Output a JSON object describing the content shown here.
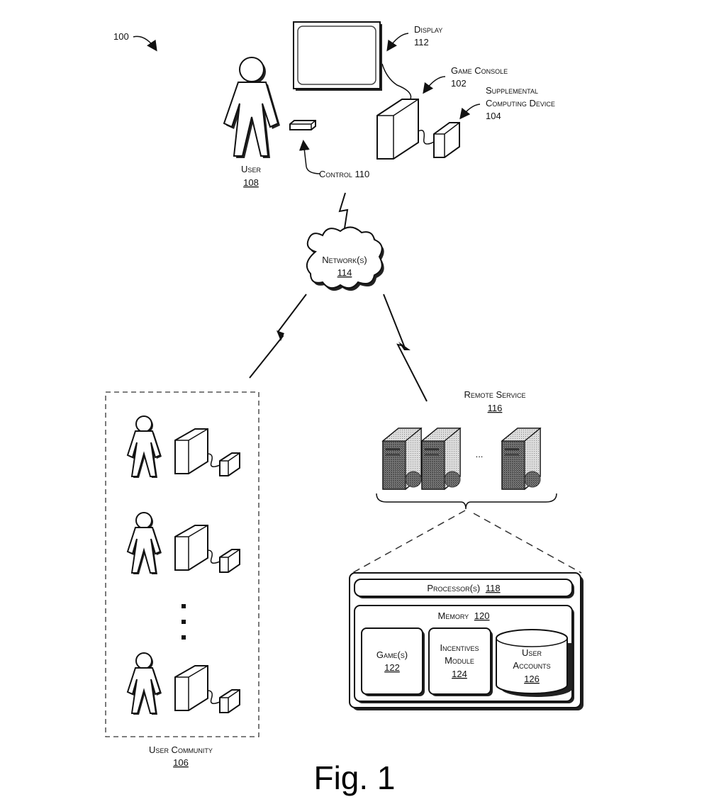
{
  "figure": {
    "ref": "100",
    "caption": "Fig. 1"
  },
  "user": {
    "label": "User",
    "num": "108"
  },
  "control": {
    "label": "Control 110"
  },
  "display": {
    "label": "Display",
    "num": "112"
  },
  "console": {
    "label": "Game Console",
    "num": "102"
  },
  "supplemental": {
    "line1": "Supplemental",
    "line2": "Computing Device",
    "num": "104"
  },
  "network": {
    "label": "Network(s)",
    "num": "114"
  },
  "community": {
    "label": "User Community",
    "num": "106",
    "members_shown": 3
  },
  "remote": {
    "label": "Remote Service",
    "num": "116",
    "servers_shown": 3,
    "ellipsis": "..."
  },
  "processor": {
    "label": "Processor(s)",
    "num": "118"
  },
  "memory": {
    "label": "Memory",
    "num": "120"
  },
  "games": {
    "label": "Game(s)",
    "num": "122"
  },
  "incentives": {
    "line1": "Incentives",
    "line2": "Module",
    "num": "124"
  },
  "accounts": {
    "line1": "User",
    "line2": "Accounts",
    "num": "126"
  }
}
